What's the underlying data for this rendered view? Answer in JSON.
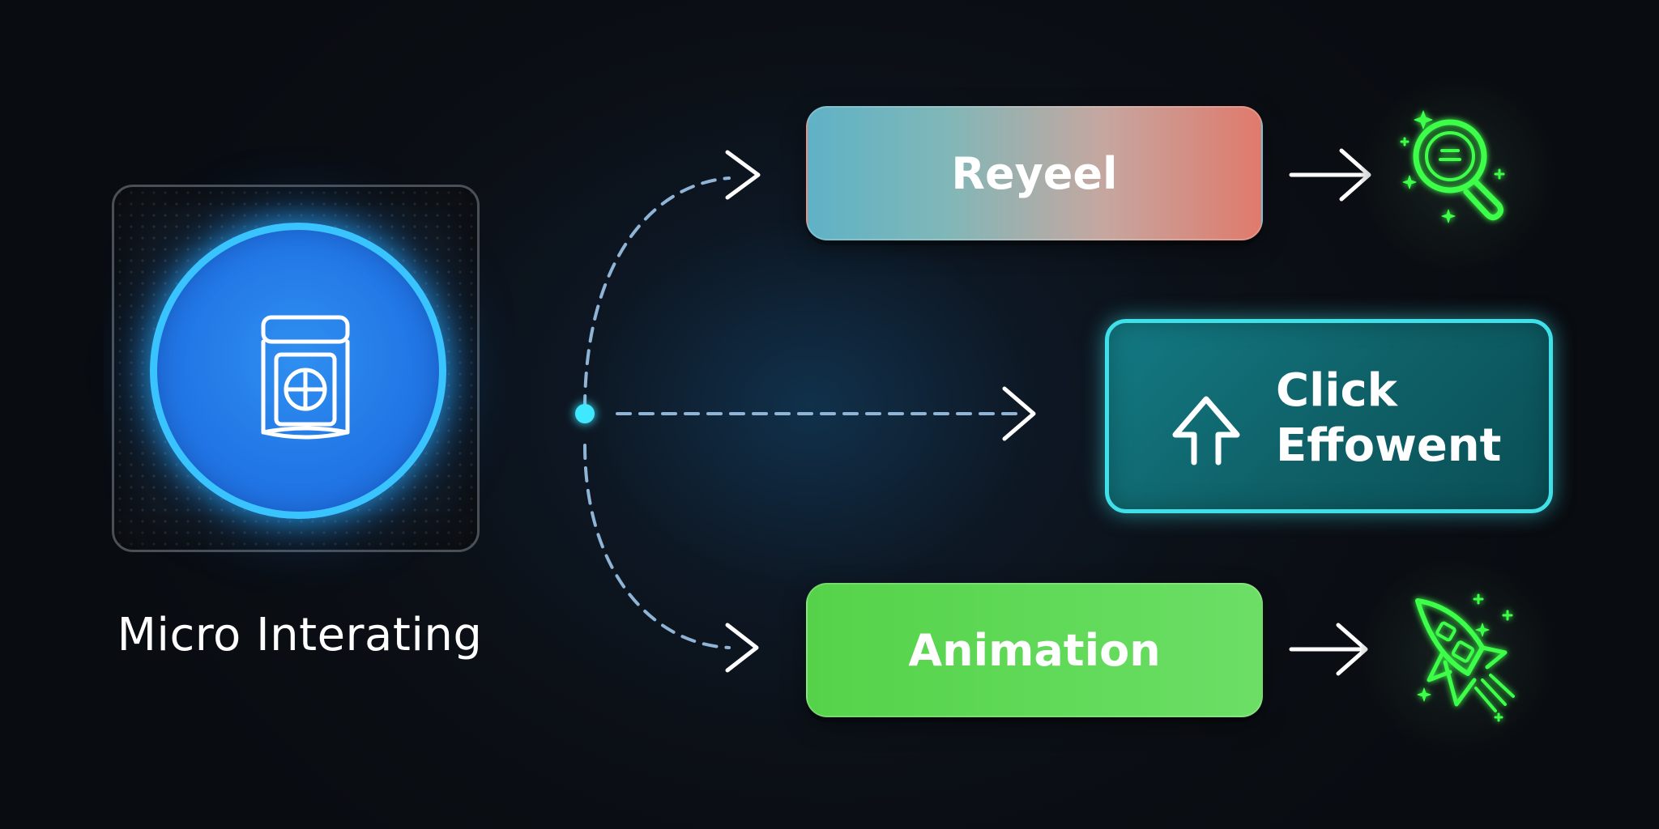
{
  "source": {
    "label": "Micro Interating",
    "icon": "container-icon"
  },
  "outputs": {
    "reveal": {
      "label": "Reyeel",
      "result_icon": "search-magnifier-icon"
    },
    "click_effect": {
      "line1": "Click",
      "line2": "Effowent",
      "icon": "upload-arrow-icon"
    },
    "animation": {
      "label": "Animation",
      "result_icon": "rocket-icon"
    }
  },
  "colors": {
    "background": "#0c1016",
    "source_ring": "#39c4ff",
    "source_fill": "#2277e6",
    "reveal_left": "#5fb2c6",
    "reveal_right": "#e07a6c",
    "click_border": "#3fe0e8",
    "click_fill": "#0f6168",
    "animation_fill": "#5fd957",
    "neon_green": "#3dff4a",
    "connector_dash": "#8fb4d6"
  }
}
